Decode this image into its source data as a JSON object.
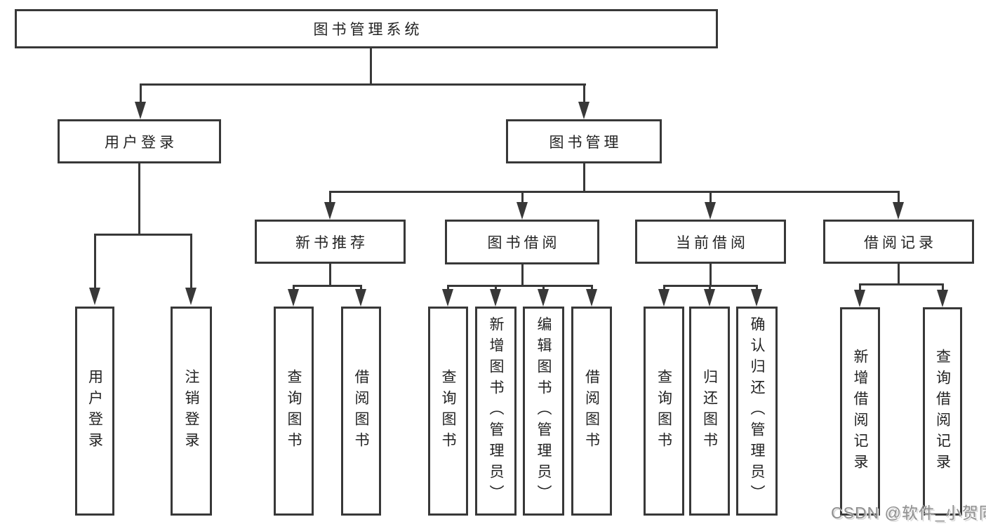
{
  "diagram": {
    "root": {
      "label": "图书管理系统"
    },
    "level2": [
      {
        "label": "用户登录"
      },
      {
        "label": "图书管理"
      }
    ],
    "level3": [
      {
        "label": "新书推荐"
      },
      {
        "label": "图书借阅"
      },
      {
        "label": "当前借阅"
      },
      {
        "label": "借阅记录"
      }
    ],
    "leaves": {
      "user_login": [
        "用户登录",
        "注销登录"
      ],
      "new_book": [
        "查询图书",
        "借阅图书"
      ],
      "book_borrow": [
        "查询图书",
        "新增图书（管理员）",
        "编辑图书（管理员）",
        "借阅图书"
      ],
      "current_borrow": [
        "查询图书",
        "归还图书",
        "确认归还（管理员）"
      ],
      "borrow_records": [
        "新增借阅记录",
        "查询借阅记录"
      ]
    }
  },
  "watermark": "CSDN @软件_小贺同学",
  "colors": {
    "line": "#383838",
    "text": "#232323",
    "background": "#ffffff",
    "watermark": "#8f8f8f"
  }
}
